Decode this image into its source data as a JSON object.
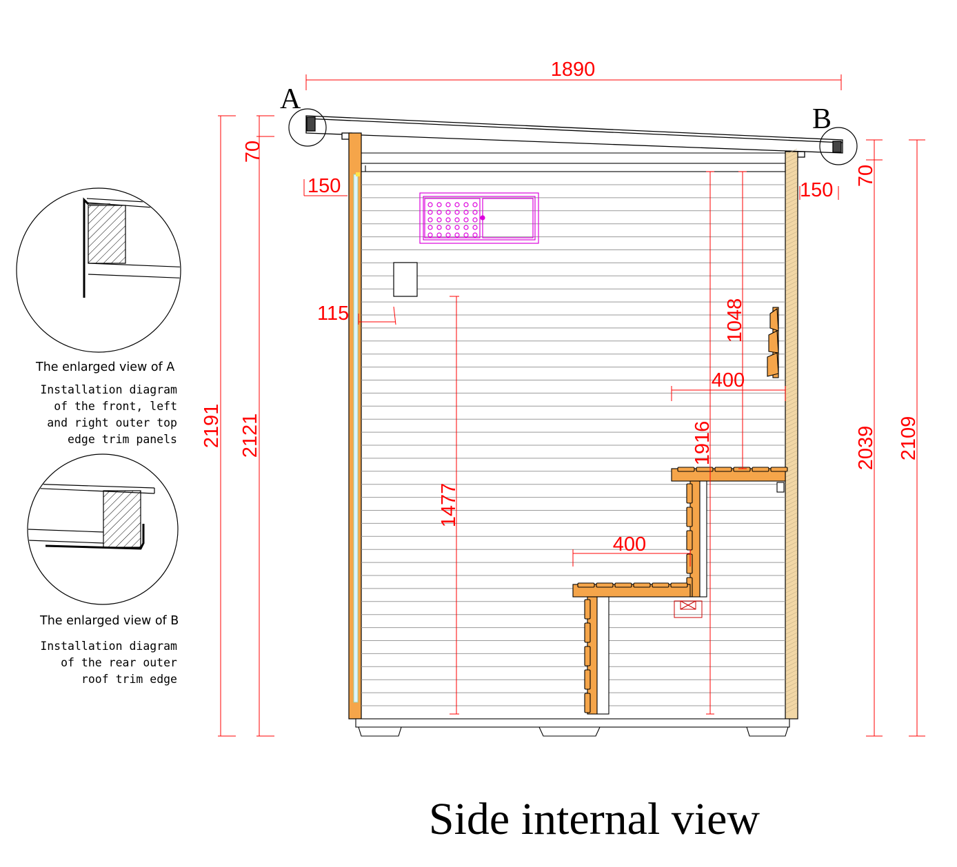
{
  "labels": {
    "detail_a": "A",
    "detail_b": "B"
  },
  "dimensions": {
    "overall_width": "1890",
    "left_roof_drop": "70",
    "right_roof_drop": "70",
    "left_top_trim": "150",
    "right_top_trim": "150",
    "heater_offset": "115",
    "upper_bench_depth": "400",
    "lower_bench_depth": "400",
    "backrest_height": "1048",
    "upper_bench_clearance": "1916",
    "heater_height": "1477",
    "left_outer_height": "2191",
    "left_inner_height": "2121",
    "right_inner_height": "2039",
    "right_outer_height": "2109"
  },
  "captions": {
    "a_title": "The enlarged view of A",
    "a_lines": [
      "Installation diagram",
      "of the front, left",
      "and right outer top",
      "edge trim panels"
    ],
    "b_title": "The enlarged view of B",
    "b_lines": [
      "Installation diagram",
      "of the rear outer",
      "roof trim edge"
    ]
  },
  "title": "Side internal view",
  "colors": {
    "dimension": "#ff0000",
    "wood": "#f5a54a",
    "heater_panel": "#dd00dd",
    "line": "#000000"
  }
}
